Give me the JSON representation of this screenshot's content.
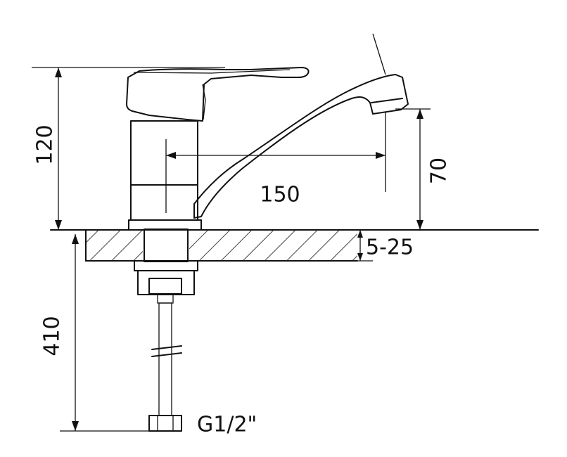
{
  "dimensions": {
    "total_height": "120",
    "spout_reach": "150",
    "spout_height": "70",
    "counter_thickness": "5-25",
    "hose_length": "410"
  },
  "connection": {
    "thread": "G1/2\""
  }
}
